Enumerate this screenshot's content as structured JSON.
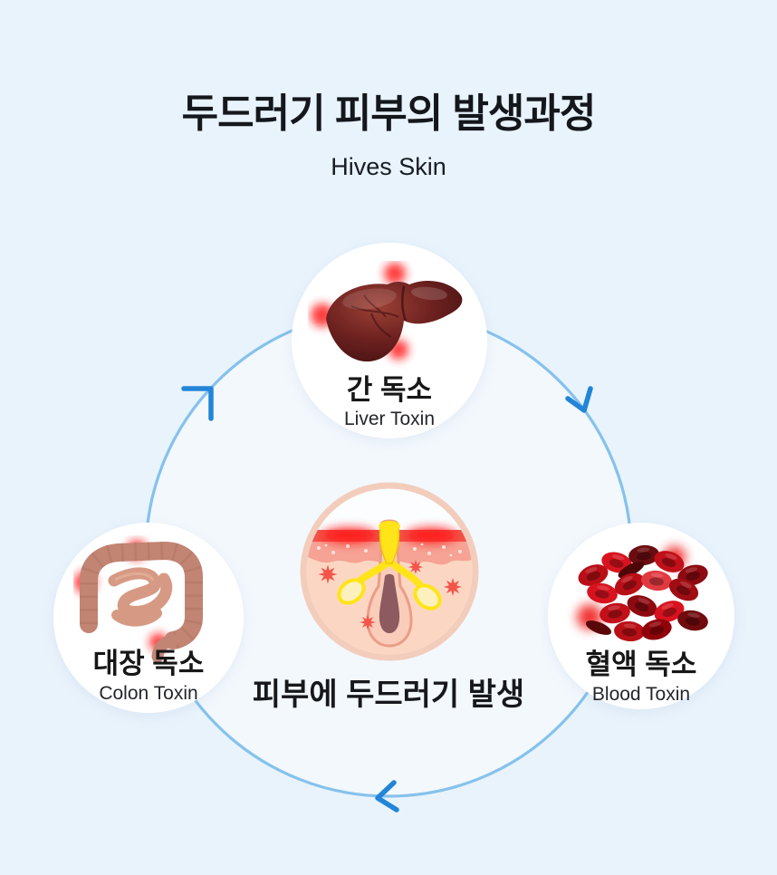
{
  "header": {
    "title": "두드러기 피부의 발생과정",
    "subtitle": "Hives Skin"
  },
  "cycle": {
    "direction": "clockwise",
    "colors": {
      "background": "#e9f3fc",
      "ring": "#85c2ec",
      "arrow": "#2285d8",
      "node_background": "#ffffff",
      "inflammation_red": "#ff1a1a"
    },
    "nodes": {
      "liver": {
        "label_ko": "간 독소",
        "label_en": "Liver Toxin"
      },
      "colon": {
        "label_ko": "대장 독소",
        "label_en": "Colon Toxin"
      },
      "blood": {
        "label_ko": "혈액 독소",
        "label_en": "Blood Toxin"
      }
    },
    "center": {
      "caption": "피부에 두드러기 발생"
    }
  }
}
